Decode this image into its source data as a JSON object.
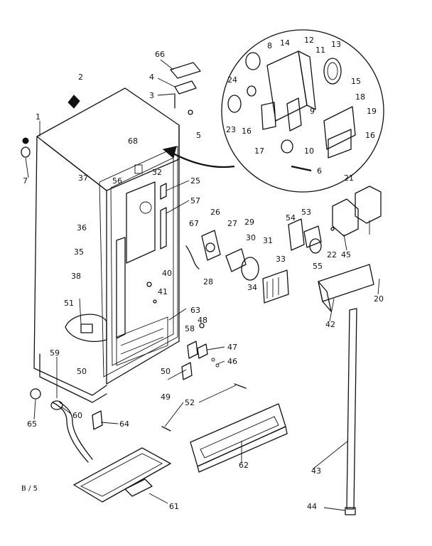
{
  "diagram": {
    "footer_code": "B / 5",
    "parts": [
      "1",
      "2",
      "3",
      "4",
      "5",
      "6",
      "7",
      "8",
      "9",
      "10",
      "11",
      "12",
      "13",
      "14",
      "15",
      "16",
      "16",
      "17",
      "18",
      "19",
      "20",
      "21",
      "22",
      "23",
      "24",
      "25",
      "26",
      "27",
      "28",
      "29",
      "30",
      "31",
      "32",
      "33",
      "34",
      "35",
      "36",
      "37",
      "38",
      "40",
      "41",
      "42",
      "43",
      "44",
      "45",
      "46",
      "47",
      "48",
      "49",
      "50",
      "50",
      "51",
      "52",
      "53",
      "54",
      "55",
      "56",
      "57",
      "58",
      "59",
      "60",
      "61",
      "62",
      "63",
      "64",
      "65",
      "66",
      "67",
      "68"
    ]
  }
}
